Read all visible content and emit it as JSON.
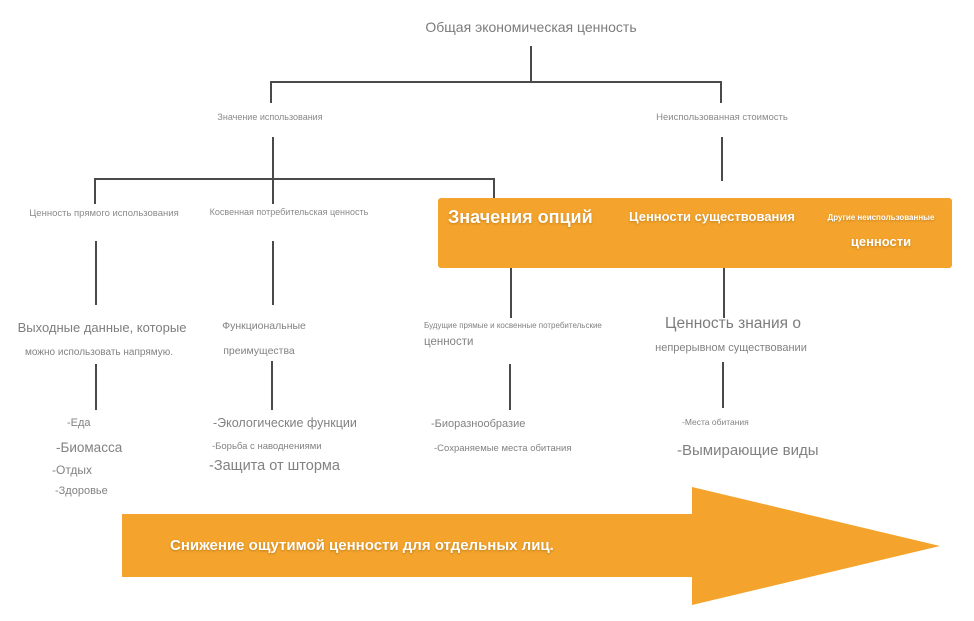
{
  "colors": {
    "accent": "#F4A42C",
    "line": "#4A4A4A",
    "text_gray": "#828282"
  },
  "title": "Общая экономическая ценность",
  "nodes": {
    "use_value": "Значение использования",
    "non_use_value": "Неиспользованная стоимость",
    "direct_use": "Ценность прямого использования",
    "indirect_use": "Косвенная потребительская ценность",
    "option_values": "Значения опций",
    "existence_values": "Ценности существования",
    "other_non_use_line1": "Другие неиспользованные",
    "other_non_use_line2": "ценности",
    "direct_desc_line1": "Выходные данные, которые",
    "direct_desc_line2": "можно использовать напрямую.",
    "indirect_desc_line1": "Функциональные",
    "indirect_desc_line2": "преимущества",
    "option_desc_line1": "Будущие прямые и косвенные потребительские",
    "option_desc_line2": "ценности",
    "existence_desc_line1": "Ценность знания о",
    "existence_desc_line2": "непрерывном существовании"
  },
  "lists": {
    "direct": [
      "-Еда",
      "-Биомасса",
      "-Отдых",
      "-Здоровье"
    ],
    "indirect": [
      "-Экологические функции",
      "-Борьба с наводнениями",
      "-Защита от шторма"
    ],
    "option": [
      "-Биоразнообразие",
      "-Сохраняемые места обитания"
    ],
    "existence": [
      "-Места обитания",
      "-Вымирающие виды"
    ]
  },
  "arrow_label": "Снижение ощутимой ценности для отдельных лиц."
}
